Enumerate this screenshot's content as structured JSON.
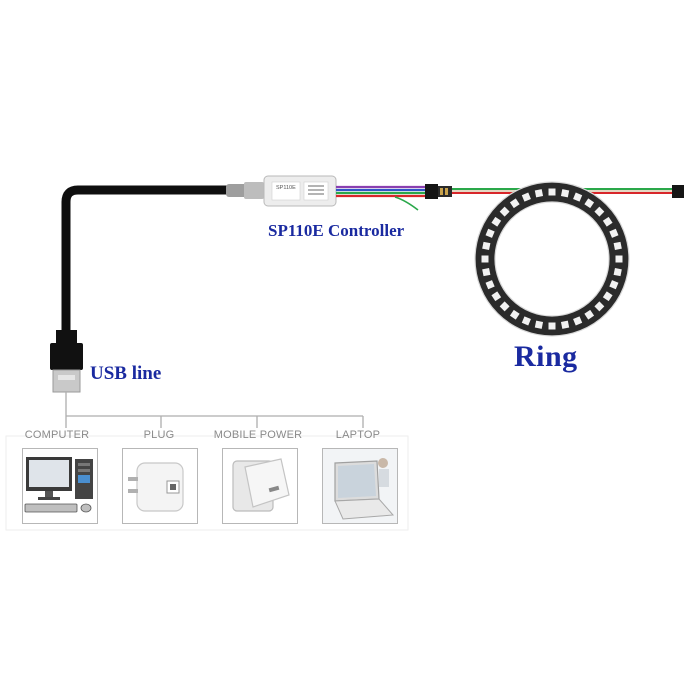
{
  "labels": {
    "controller": "SP110E Controller",
    "ring": "Ring",
    "usb": "USB line",
    "controller_print": "SP110E"
  },
  "sources": [
    {
      "label": "COMPUTER",
      "icon": "computer-icon"
    },
    {
      "label": "PLUG",
      "icon": "usb-plug-icon"
    },
    {
      "label": "MOBILE POWER",
      "icon": "power-bank-icon"
    },
    {
      "label": "LAPTOP",
      "icon": "laptop-icon"
    }
  ],
  "colors": {
    "cable": "#0f0f0f",
    "label_blue": "#1a2aa0",
    "wire_red": "#d8262a",
    "wire_green": "#2aa84a",
    "wire_blue": "#3054c8",
    "wire_purple": "#8a3fb0",
    "led_ring": "#2b2b2b"
  }
}
